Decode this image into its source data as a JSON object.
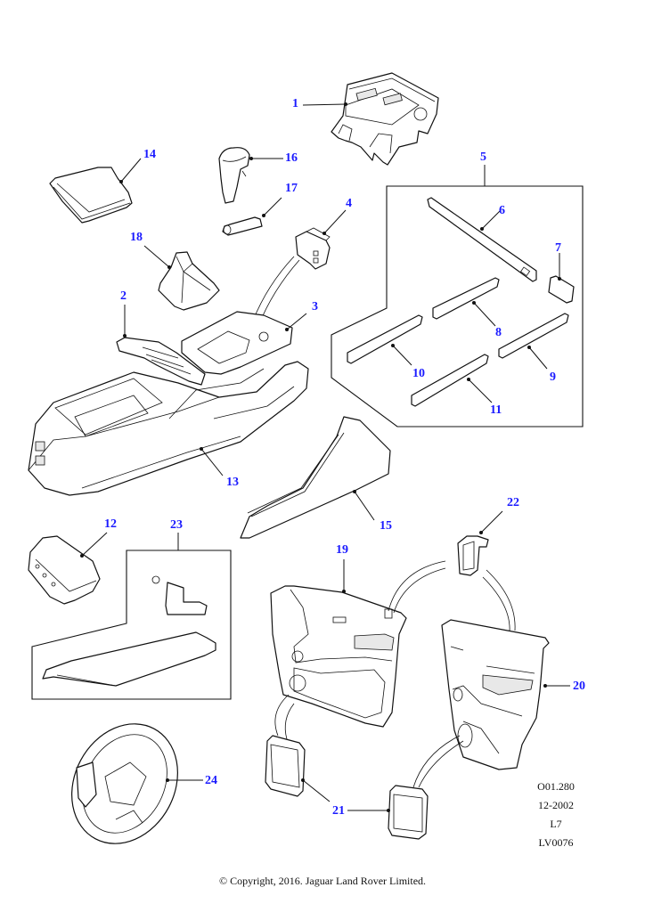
{
  "diagram": {
    "title": "Console, trim panels and steering wheel parts diagram",
    "label_color": "#1a1aff",
    "callouts": [
      {
        "id": "1",
        "part": "center-stack-bezel"
      },
      {
        "id": "2",
        "part": "console-switch-panel"
      },
      {
        "id": "3",
        "part": "gear-selector-surround"
      },
      {
        "id": "4",
        "part": "console-insert-bracket"
      },
      {
        "id": "5",
        "part": "trim-strip-kit"
      },
      {
        "id": "6",
        "part": "long-trim-strip"
      },
      {
        "id": "7",
        "part": "small-trim-insert"
      },
      {
        "id": "8",
        "part": "trim-strip-8"
      },
      {
        "id": "9",
        "part": "trim-strip-9"
      },
      {
        "id": "10",
        "part": "trim-strip-10"
      },
      {
        "id": "11",
        "part": "trim-strip-11"
      },
      {
        "id": "12",
        "part": "rear-console-switch-pod"
      },
      {
        "id": "13",
        "part": "floor-console"
      },
      {
        "id": "14",
        "part": "armrest-lid"
      },
      {
        "id": "15",
        "part": "console-side-panel"
      },
      {
        "id": "16",
        "part": "gear-knob"
      },
      {
        "id": "17",
        "part": "knob-adaptor"
      },
      {
        "id": "18",
        "part": "gear-lever-gaiter"
      },
      {
        "id": "19",
        "part": "front-door-trim-panel"
      },
      {
        "id": "20",
        "part": "rear-door-trim-panel"
      },
      {
        "id": "21",
        "part": "speaker-grille"
      },
      {
        "id": "22",
        "part": "door-handle-bezel"
      },
      {
        "id": "23",
        "part": "parcel-shelf-kit"
      },
      {
        "id": "24",
        "part": "steering-wheel"
      }
    ]
  },
  "reference": {
    "code": "O01.280",
    "date": "12-2002",
    "level": "L7",
    "model": "LV0076"
  },
  "footer": {
    "copyright": "© Copyright, 2016. Jaguar Land Rover Limited."
  }
}
